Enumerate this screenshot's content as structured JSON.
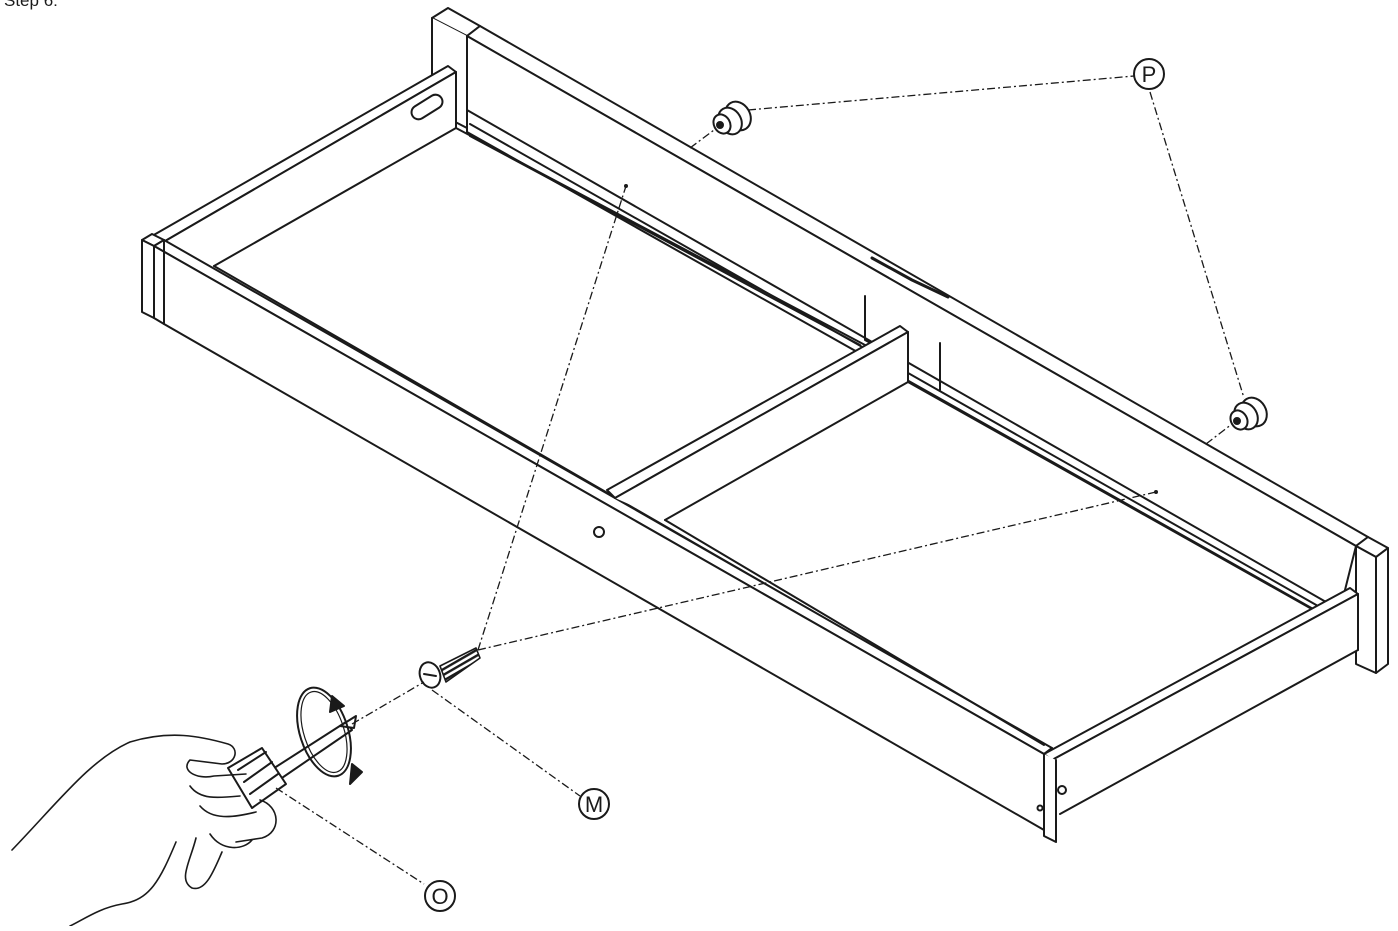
{
  "step": {
    "heading": "Step 6:"
  },
  "parts": {
    "screw_label": "M",
    "knob_label": "P",
    "screwdriver_label": "O"
  },
  "colors": {
    "line": "#1a1a1a",
    "background": "#ffffff"
  },
  "icons": {
    "rotation": "rotation-arrow-icon"
  }
}
